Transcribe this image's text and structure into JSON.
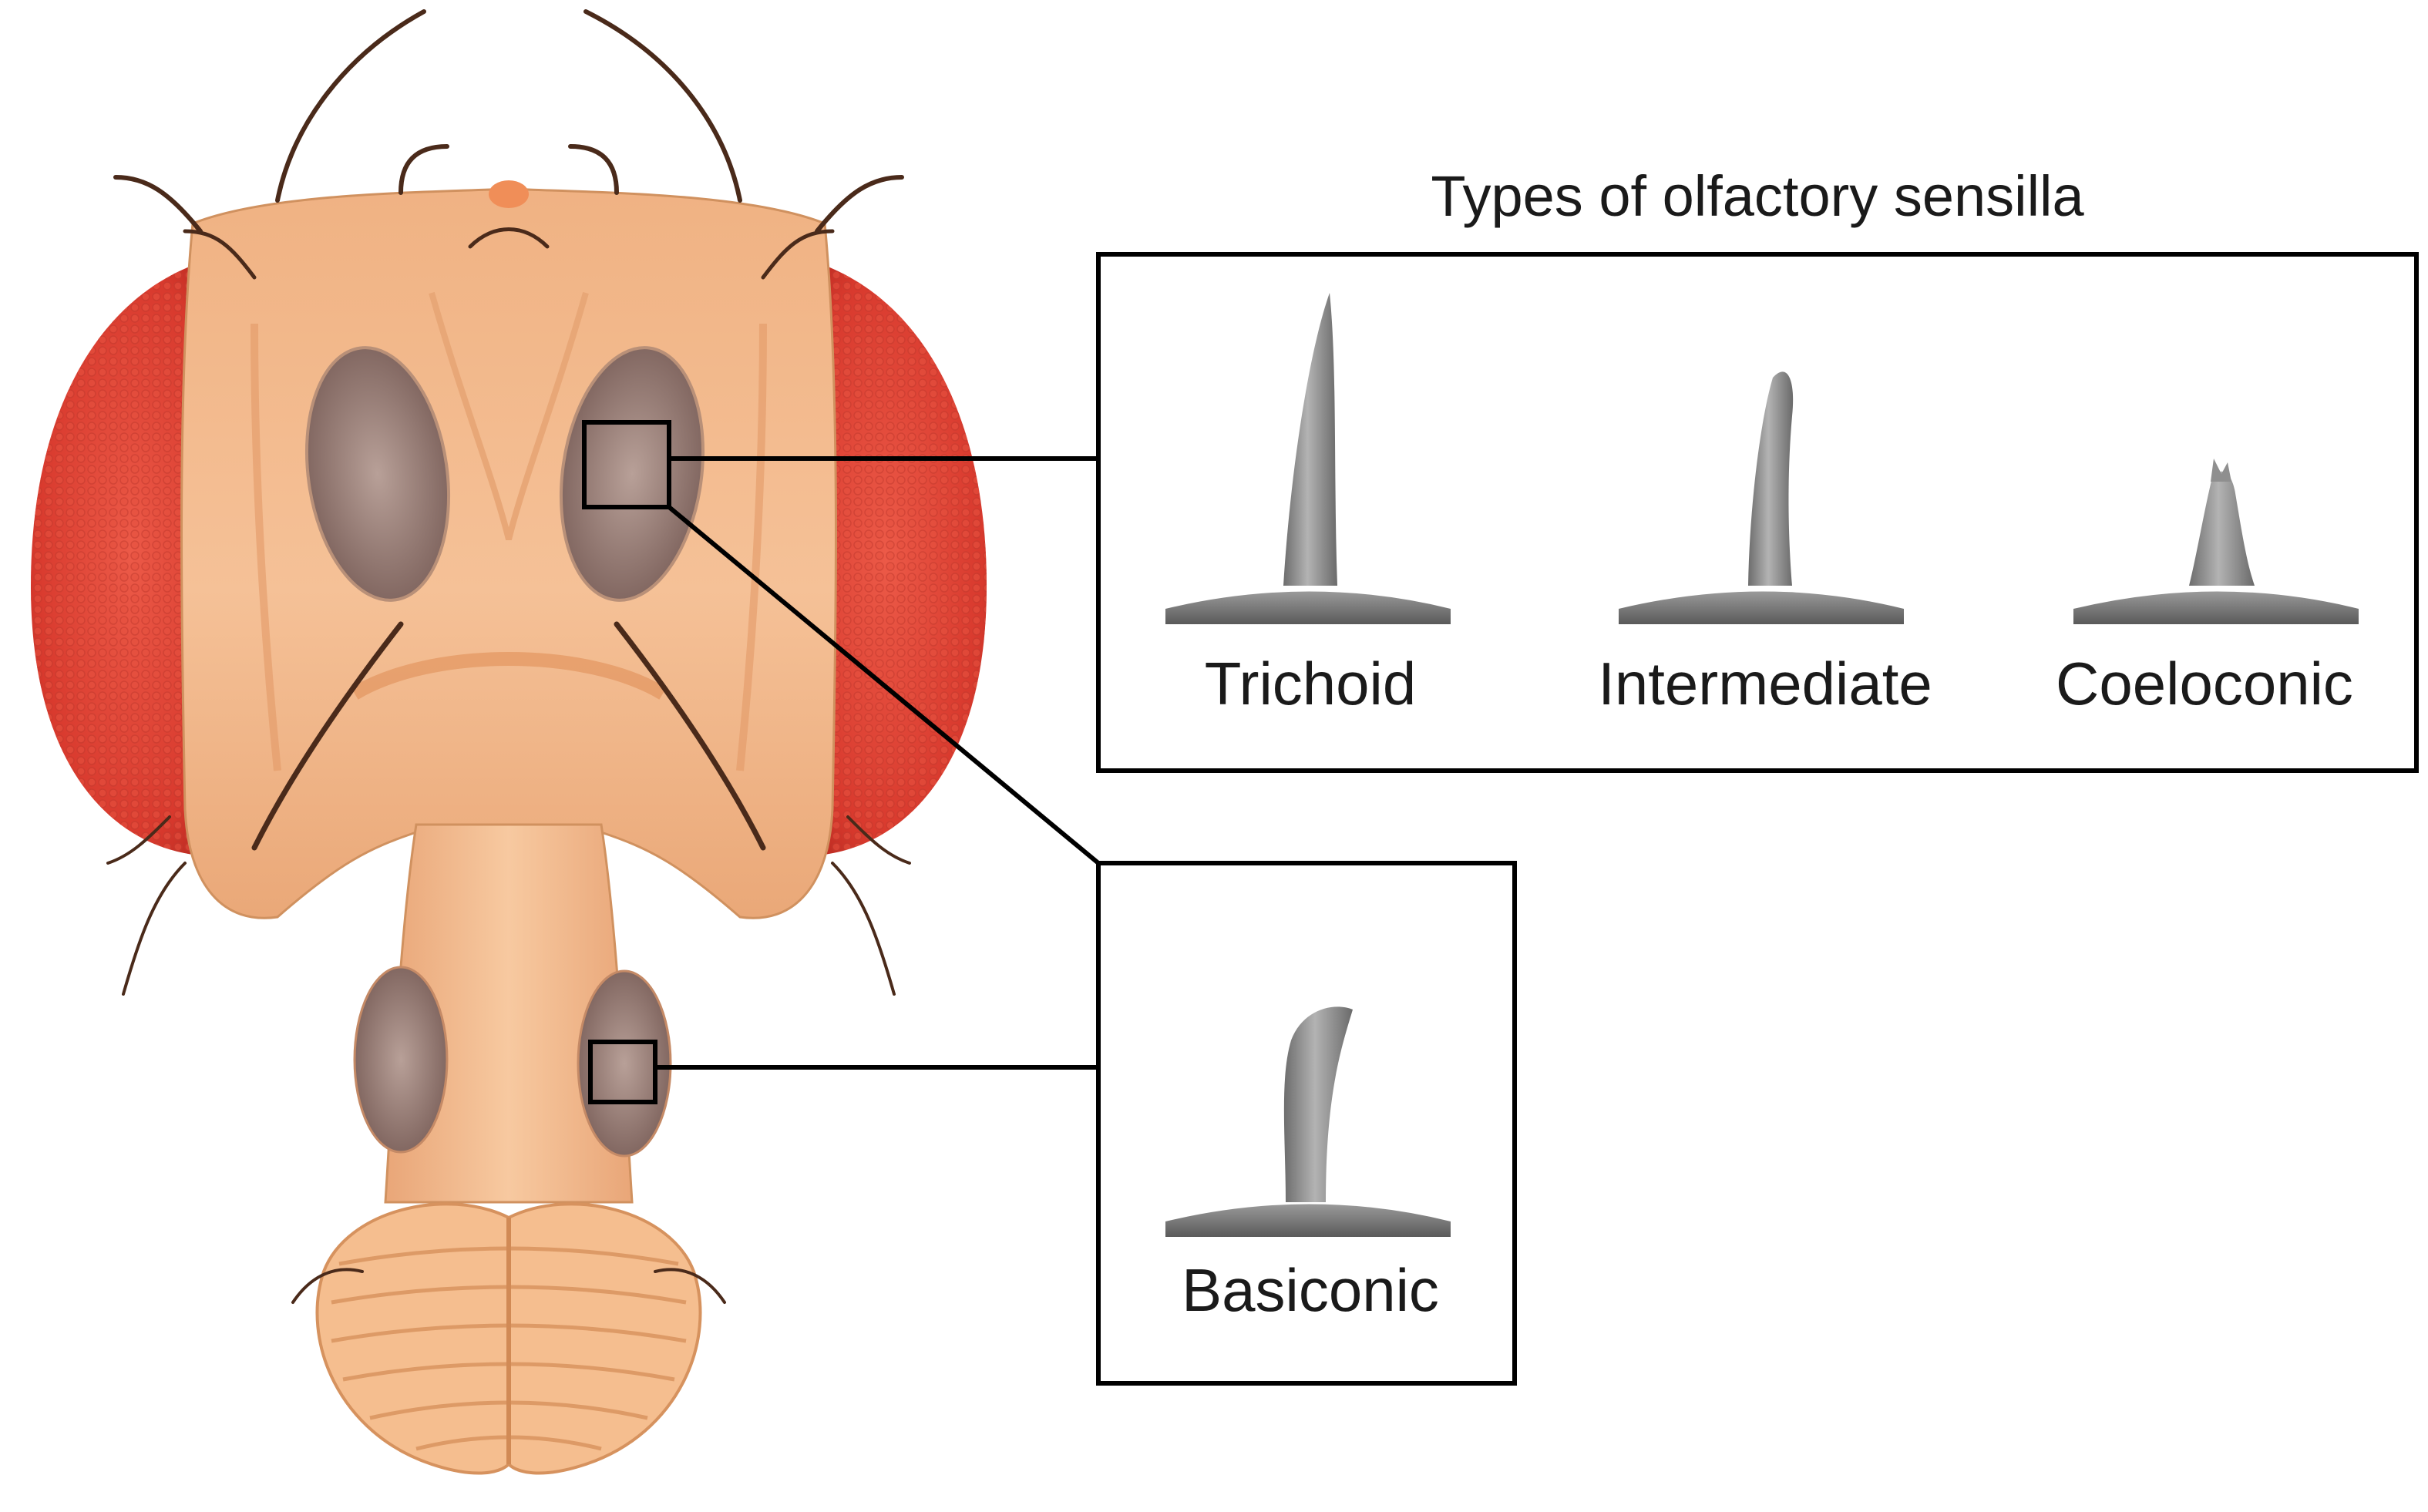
{
  "title": "Types of olfactory sensilla",
  "sensilla": {
    "trichoid": "Trichoid",
    "intermediate": "Intermediate",
    "coeloconic": "Coeloconic",
    "basiconic": "Basiconic"
  },
  "colors": {
    "head_skin": "#f3b98a",
    "head_shadow": "#d98f5e",
    "eye_red": "#e2473a",
    "bristle": "#4a2a1a",
    "antenna_patch": "#8a6f6a",
    "sensillum_gray": "#8c8c8c",
    "box_stroke": "#000000"
  }
}
